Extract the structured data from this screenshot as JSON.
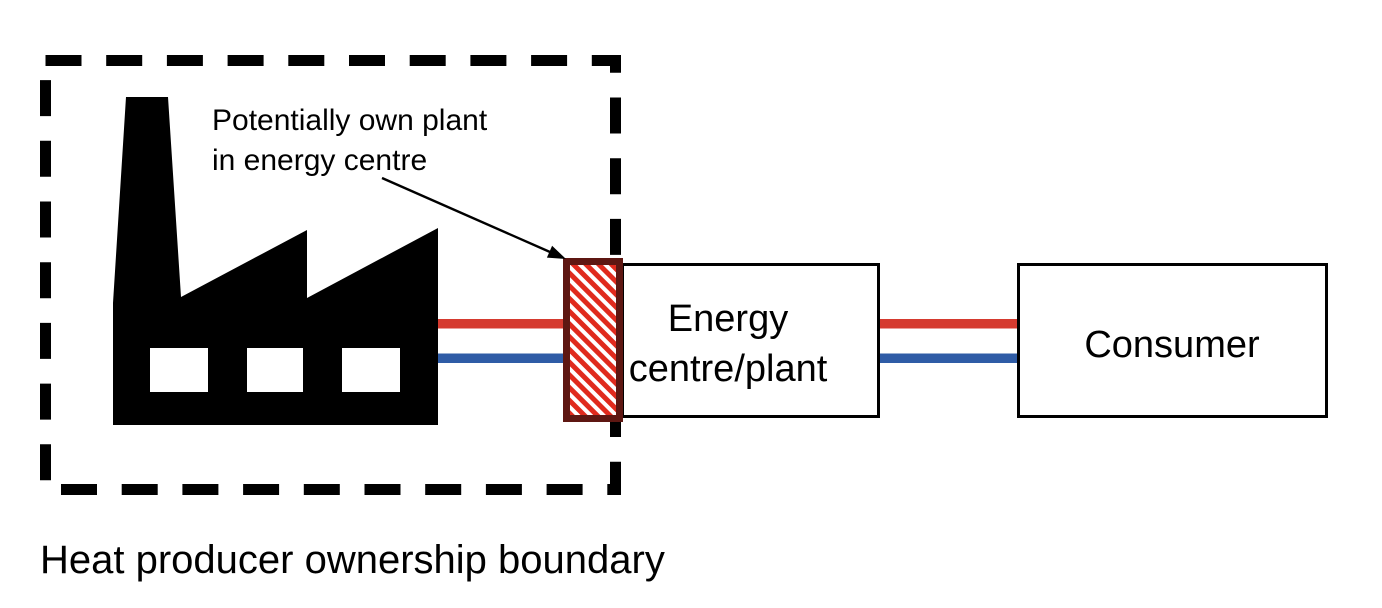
{
  "diagram": {
    "annotation_label": {
      "line1": "Potentially own plant",
      "line2": "in energy centre"
    },
    "energy_centre_box": {
      "line1": "Energy",
      "line2": "centre/plant"
    },
    "consumer_box": {
      "label": "Consumer"
    },
    "caption": "Heat producer ownership boundary",
    "icons": {
      "heat_producer": "factory-icon",
      "own_plant": "red-hatched-plant-marker"
    },
    "colors": {
      "supply_pipe_red": "#d53a2f",
      "return_pipe_blue": "#2f5ca6",
      "hatch_stripe_red": "#e02a1d",
      "hatch_border_maroon": "#5e1712",
      "outline_black": "#000000"
    }
  }
}
